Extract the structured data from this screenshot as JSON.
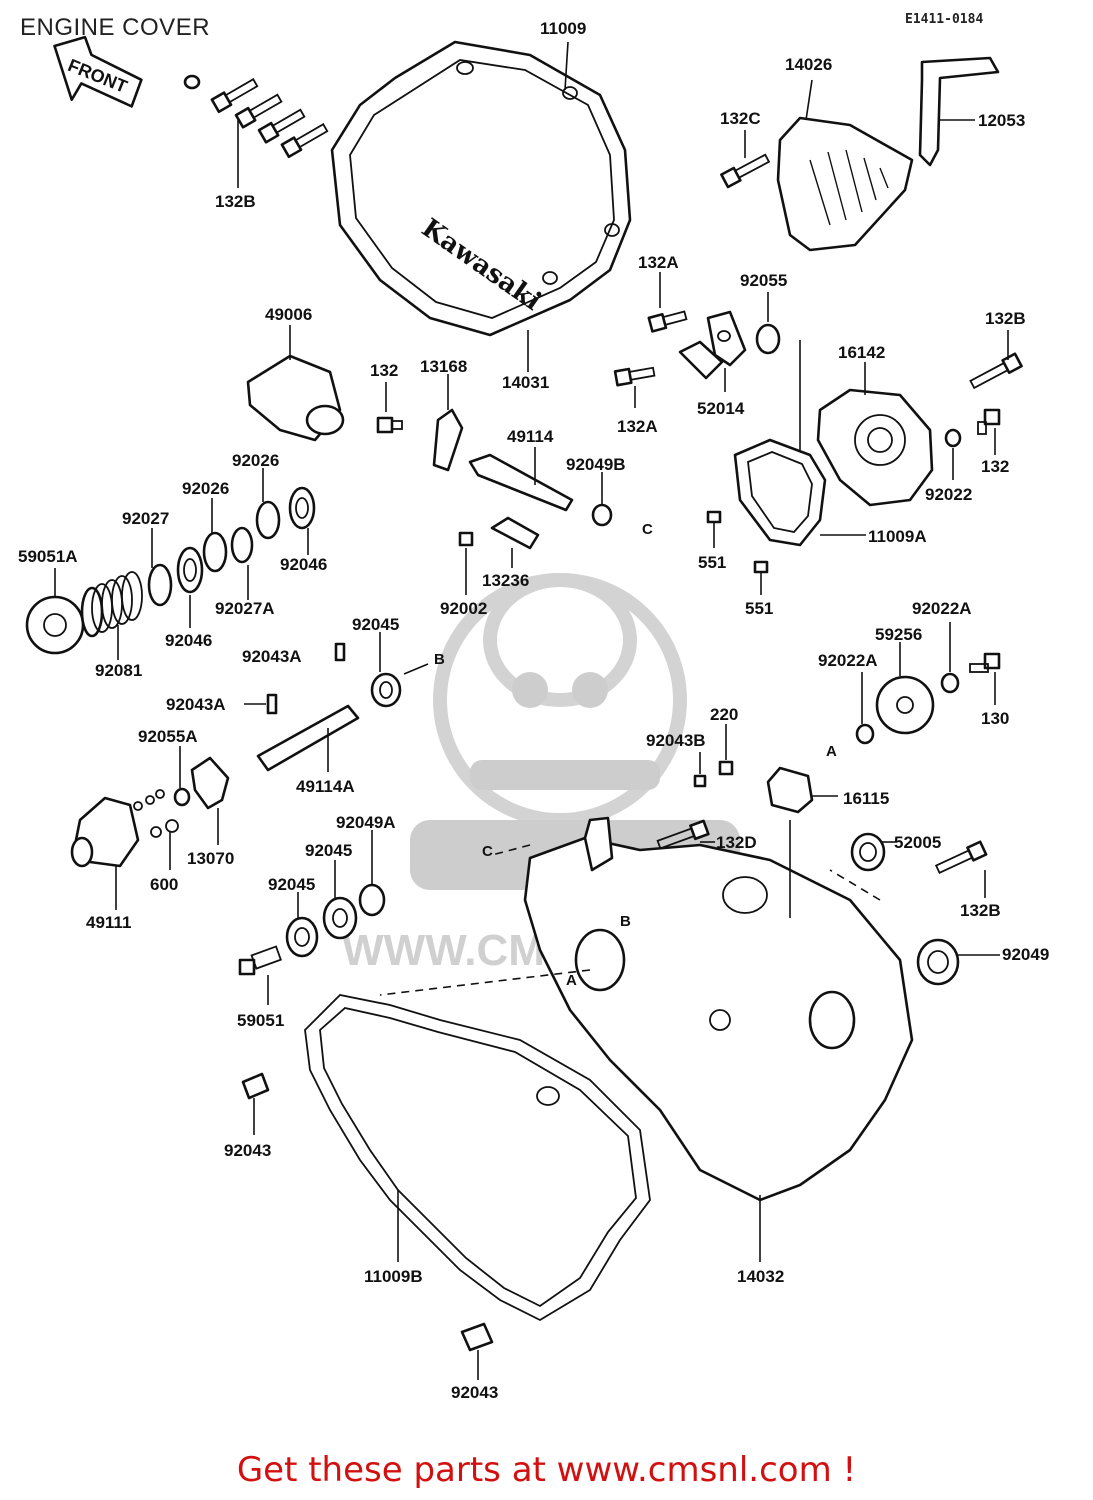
{
  "page": {
    "title": "ENGINE COVER",
    "ref_code": "E1411-0184",
    "front_arrow_text": "FRONT",
    "cover_logo_text": "Kawasaki",
    "watermark_text": "WWW.CMSNL.COM",
    "footer_text": "Get these parts at www.cmsnl.com !"
  },
  "colors": {
    "line": "#111111",
    "footer": "#d21010",
    "watermark": "#c8c8c8"
  },
  "parts": [
    {
      "id": "11009",
      "label": "11009"
    },
    {
      "id": "14026",
      "label": "14026"
    },
    {
      "id": "12053",
      "label": "12053"
    },
    {
      "id": "132C",
      "label": "132C"
    },
    {
      "id": "132B-top",
      "label": "132B"
    },
    {
      "id": "132A-a",
      "label": "132A"
    },
    {
      "id": "92055",
      "label": "92055"
    },
    {
      "id": "132B-right",
      "label": "132B"
    },
    {
      "id": "16142",
      "label": "16142"
    },
    {
      "id": "49006",
      "label": "49006"
    },
    {
      "id": "132-a",
      "label": "132"
    },
    {
      "id": "13168",
      "label": "13168"
    },
    {
      "id": "14031",
      "label": "14031"
    },
    {
      "id": "52014",
      "label": "52014"
    },
    {
      "id": "132A-b",
      "label": "132A"
    },
    {
      "id": "132-b",
      "label": "132"
    },
    {
      "id": "92022",
      "label": "92022"
    },
    {
      "id": "49114",
      "label": "49114"
    },
    {
      "id": "92049B",
      "label": "92049B"
    },
    {
      "id": "92026-a",
      "label": "92026"
    },
    {
      "id": "92026-b",
      "label": "92026"
    },
    {
      "id": "92027",
      "label": "92027"
    },
    {
      "id": "92046-a",
      "label": "92046"
    },
    {
      "id": "59051A",
      "label": "59051A"
    },
    {
      "id": "13236",
      "label": "13236"
    },
    {
      "id": "551-a",
      "label": "551"
    },
    {
      "id": "11009A",
      "label": "11009A"
    },
    {
      "id": "92002",
      "label": "92002"
    },
    {
      "id": "92027A",
      "label": "92027A"
    },
    {
      "id": "92046-b",
      "label": "92046"
    },
    {
      "id": "551-b",
      "label": "551"
    },
    {
      "id": "92022A-a",
      "label": "92022A"
    },
    {
      "id": "92045-a",
      "label": "92045"
    },
    {
      "id": "92043A-a",
      "label": "92043A"
    },
    {
      "id": "92081",
      "label": "92081"
    },
    {
      "id": "59256",
      "label": "59256"
    },
    {
      "id": "92022A-b",
      "label": "92022A"
    },
    {
      "id": "92043A-b",
      "label": "92043A"
    },
    {
      "id": "130",
      "label": "130"
    },
    {
      "id": "220",
      "label": "220"
    },
    {
      "id": "92055A",
      "label": "92055A"
    },
    {
      "id": "92043B",
      "label": "92043B"
    },
    {
      "id": "49114A",
      "label": "49114A"
    },
    {
      "id": "16115",
      "label": "16115"
    },
    {
      "id": "92049A",
      "label": "92049A"
    },
    {
      "id": "132D",
      "label": "132D"
    },
    {
      "id": "52005",
      "label": "52005"
    },
    {
      "id": "13070",
      "label": "13070"
    },
    {
      "id": "600",
      "label": "600"
    },
    {
      "id": "92045-b",
      "label": "92045"
    },
    {
      "id": "92045-c",
      "label": "92045"
    },
    {
      "id": "49111",
      "label": "49111"
    },
    {
      "id": "132B-lower",
      "label": "132B"
    },
    {
      "id": "92049",
      "label": "92049"
    },
    {
      "id": "59051",
      "label": "59051"
    },
    {
      "id": "92043-a",
      "label": "92043"
    },
    {
      "id": "11009B",
      "label": "11009B"
    },
    {
      "id": "14032",
      "label": "14032"
    },
    {
      "id": "92043-b",
      "label": "92043"
    }
  ],
  "refs": [
    {
      "id": "ref-B-1",
      "label": "B"
    },
    {
      "id": "ref-C-1",
      "label": "C"
    },
    {
      "id": "ref-A-1",
      "label": "A"
    },
    {
      "id": "ref-C-2",
      "label": "C"
    },
    {
      "id": "ref-B-2",
      "label": "B"
    },
    {
      "id": "ref-A-2",
      "label": "A"
    }
  ]
}
